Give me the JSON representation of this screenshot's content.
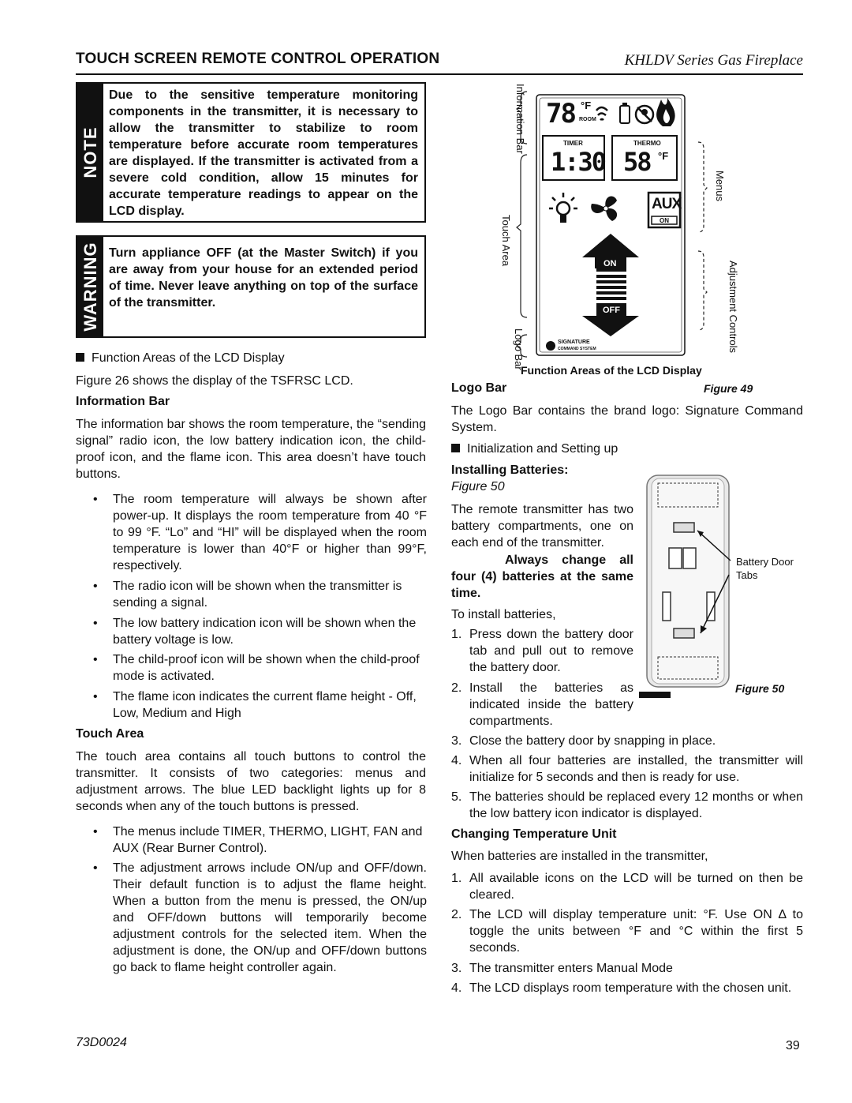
{
  "header": {
    "title": "TOUCH SCREEN REMOTE CONTROL OPERATION",
    "series": "KHLDV Series Gas Fireplace"
  },
  "note": {
    "label": "NOTE",
    "text": "Due to the sensitive temperature monitoring components in the transmitter, it is necessary to allow the transmitter to stabilize to room temperature before accurate room temperatures are displayed. If the transmitter is activated from a severe cold condition, allow 15 minutes for accurate temperature readings to appear on the LCD display."
  },
  "warning": {
    "label": "WARNING",
    "text": "Turn appliance OFF (at the Master Switch) if you are away from your house for an extended period of time. Never leave anything on top of the surface of the transmitter."
  },
  "left": {
    "section_bullet": "Function Areas of the LCD Display",
    "intro": "Figure 26 shows the display of the TSFRSC LCD.",
    "info_bar": {
      "heading": "Information Bar",
      "body": "The information bar shows the room temperature, the “sending signal” radio icon, the low battery indication icon, the child-proof icon, and the flame icon. This area doesn’t have touch buttons.",
      "bullets": [
        "The room temperature will always be shown after power-up. It displays the room temperature from 40 °F to 99 °F. “Lo” and “HI” will be displayed when the room temperature is lower than 40°F or higher than 99°F, respectively.",
        "The radio icon will be shown when the transmitter is sending a signal.",
        "The low battery indication icon will be shown when the battery voltage is low.",
        "The child-proof icon will be shown when the child-proof mode is activated.",
        "The flame icon indicates the current flame height - Off, Low, Medium and High"
      ]
    },
    "touch_area": {
      "heading": "Touch Area",
      "body": "The touch area contains all touch buttons to control the transmitter. It consists of two categories: menus and adjustment arrows. The blue LED backlight lights up for 8 seconds when any of the touch buttons is pressed.",
      "bullets": [
        "The menus include TIMER, THERMO, LIGHT, FAN and AUX (Rear Burner Control).",
        "The adjustment arrows include ON/up and OFF/down. Their default function is to adjust the flame height. When a button from the menu is pressed, the ON/up and OFF/down buttons will temporarily become adjustment controls for the selected item. When the adjustment is done, the ON/up and OFF/down buttons go back to flame height controller again."
      ]
    }
  },
  "lcd_figure": {
    "labels": {
      "info_bar": "Information Bar",
      "touch_area": "Touch Area",
      "logo_bar": "Logo Bar",
      "menus": "Menus",
      "adjustment": "Adjustment Controls"
    },
    "screen": {
      "temp": "78",
      "deg": "°F",
      "room": "ROOM",
      "timer_label": "TIMER",
      "timer_value": "1:30",
      "thermo_label": "THERMO",
      "thermo_value": "58",
      "thermo_unit": "°F",
      "aux": "AUX",
      "aux_on": "ON",
      "on": "ON",
      "off": "OFF",
      "logo_line1": "SIGNATURE",
      "logo_line2": "COMMAND SYSTEM"
    },
    "caption": "Function Areas of the LCD Display",
    "figure_label": "Figure 49"
  },
  "right": {
    "logo_bar": {
      "heading": "Logo Bar",
      "body": "The Logo Bar contains the brand logo: Signature Command System."
    },
    "init_bullet": "Initialization and Setting up",
    "installing": {
      "heading": "Installing Batteries:",
      "figure_ref": "Figure 50",
      "body": "The remote transmitter has two battery compartments, one on each end of the transmitter.",
      "bold_note": "Always change all four (4) batteries at the same time.",
      "lead": "To install batteries,",
      "steps": [
        "Press down the battery door tab and pull out to remove the battery door.",
        "Install the batteries as indicated inside the battery compartments.",
        "Close the battery door by snapping in place.",
        "When all four batteries are installed, the transmitter will initialize for 5 seconds and then is ready for use.",
        "The batteries should be replaced every 12 months or when the low battery icon indicator is displayed."
      ],
      "battery_label": "Battery Door Tabs",
      "figure_label": "Figure 50"
    },
    "changing": {
      "heading": "Changing Temperature Unit",
      "lead": "When batteries are installed in the transmitter,",
      "steps": [
        "All available icons on the LCD will be turned on then be cleared.",
        "The LCD will display temperature unit: °F. Use ON ∆ to toggle the units between °F and °C within the first 5 seconds.",
        "The transmitter enters Manual Mode",
        "The LCD displays room temperature with the chosen unit."
      ]
    }
  },
  "footer": {
    "doc_code": "73D0024",
    "page": "39"
  }
}
